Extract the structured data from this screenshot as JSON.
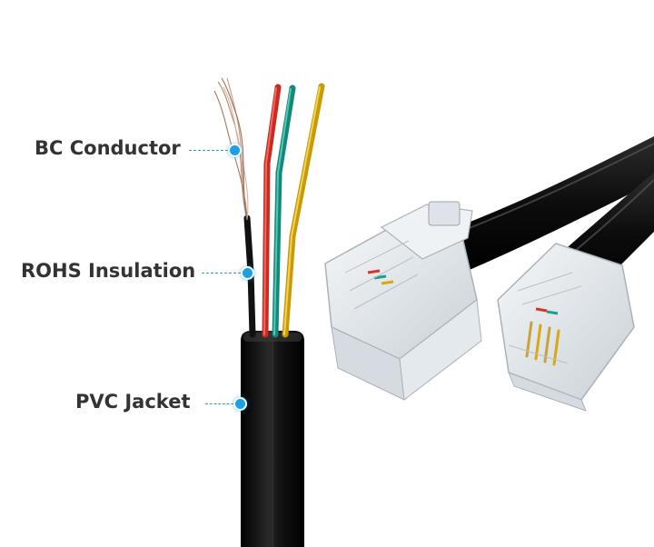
{
  "callouts": {
    "conductor": "BC Conductor",
    "insulation": "ROHS Insulation",
    "jacket": "PVC Jacket"
  },
  "colors": {
    "accent": "#1aa0e6",
    "wire_red": "#d9342b",
    "wire_green": "#1f9e8a",
    "wire_yellow": "#d8a80e",
    "jacket": "#111111"
  }
}
